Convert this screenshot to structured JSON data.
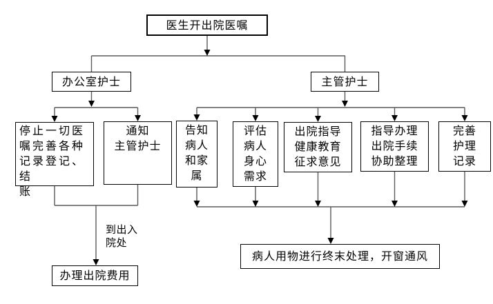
{
  "diagram": {
    "type": "flowchart",
    "nodes": {
      "start": {
        "label": "医生开出院医嘱"
      },
      "office_nurse": {
        "label": "办公室护士"
      },
      "charge_nurse": {
        "label": "主管护士"
      },
      "stop_orders": {
        "label": "停止一切医\n嘱完善各种\n记录登记、结\n账"
      },
      "notify_charge": {
        "label": "通知\n主管护士"
      },
      "inform_family": {
        "label": "告知\n病人\n和家\n属"
      },
      "assess_needs": {
        "label": "评估\n病人\n身心\n需求"
      },
      "discharge_guidance": {
        "label": "出院指导\n健康教育\n征求意见"
      },
      "assist_procedures": {
        "label": "指导办理\n出院手续\n协助整理"
      },
      "nursing_records": {
        "label": "完善\n护理\n记录"
      },
      "pay_fees": {
        "label": "办理出院费用"
      },
      "terminal_disposal": {
        "label": "病人用物进行终末处理，开窗通风"
      }
    },
    "edge_labels": {
      "to_admission_office": "到出入\n院处"
    },
    "colors": {
      "line": "#595959",
      "arrowhead": "#000000",
      "box_border": "#000000",
      "background": "#ffffff",
      "text": "#000000"
    }
  }
}
